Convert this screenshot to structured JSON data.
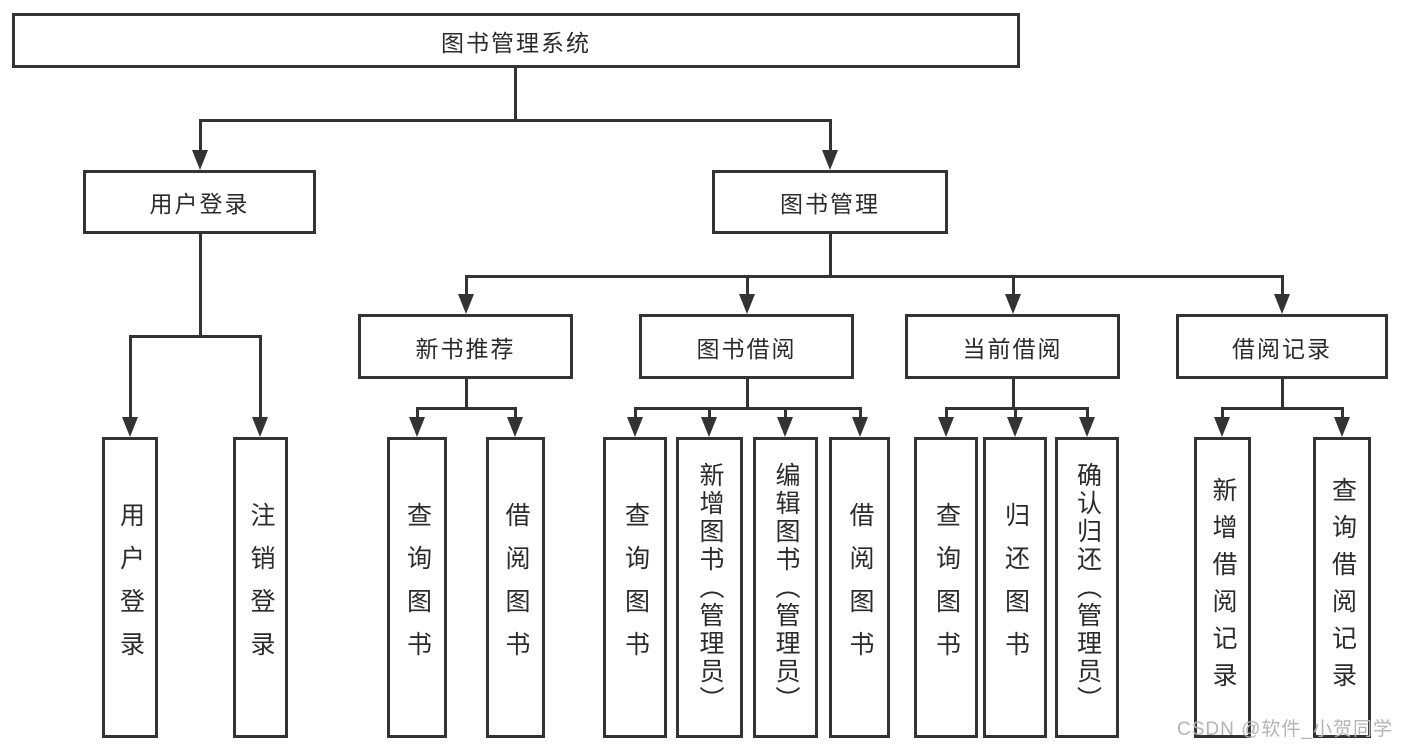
{
  "colors": {
    "line": "#333333",
    "text": "#2b2b2b",
    "background": "#ffffff",
    "watermark": "#b4b4b4"
  },
  "watermark": "CSDN @软件_小贺同学",
  "diagram": {
    "root": {
      "label": "图书管理系统"
    },
    "level2": [
      {
        "label": "用户登录"
      },
      {
        "label": "图书管理"
      }
    ],
    "level3": [
      {
        "label": "新书推荐"
      },
      {
        "label": "图书借阅"
      },
      {
        "label": "当前借阅"
      },
      {
        "label": "借阅记录"
      }
    ],
    "leaves": [
      {
        "label": "用户登录"
      },
      {
        "label": "注销登录"
      },
      {
        "label": "查询图书"
      },
      {
        "label": "借阅图书"
      },
      {
        "label": "查询图书"
      },
      {
        "label": "新增图书（管理员）"
      },
      {
        "label": "编辑图书（管理员）"
      },
      {
        "label": "借阅图书"
      },
      {
        "label": "查询图书"
      },
      {
        "label": "归还图书"
      },
      {
        "label": "确认归还（管理员）"
      },
      {
        "label": "新增借阅记录"
      },
      {
        "label": "查询借阅记录"
      }
    ]
  }
}
